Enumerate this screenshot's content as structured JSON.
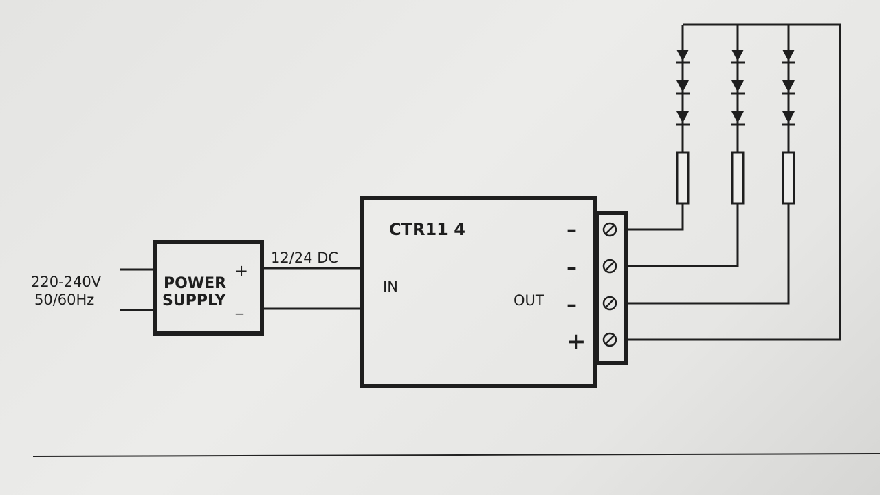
{
  "input": {
    "voltage": "220-240V",
    "frequency": "50/60Hz"
  },
  "power_supply": {
    "line1": "POWER",
    "line2": "SUPPLY",
    "plus": "+",
    "minus": "_"
  },
  "dc_label": "12/24 DC",
  "controller": {
    "model": "CTR11 4",
    "in_label": "IN",
    "out_label": "OUT",
    "terminals": [
      "–",
      "–",
      "–",
      "+"
    ]
  },
  "led_strings": {
    "count": 3,
    "leds_per_string": 3
  }
}
